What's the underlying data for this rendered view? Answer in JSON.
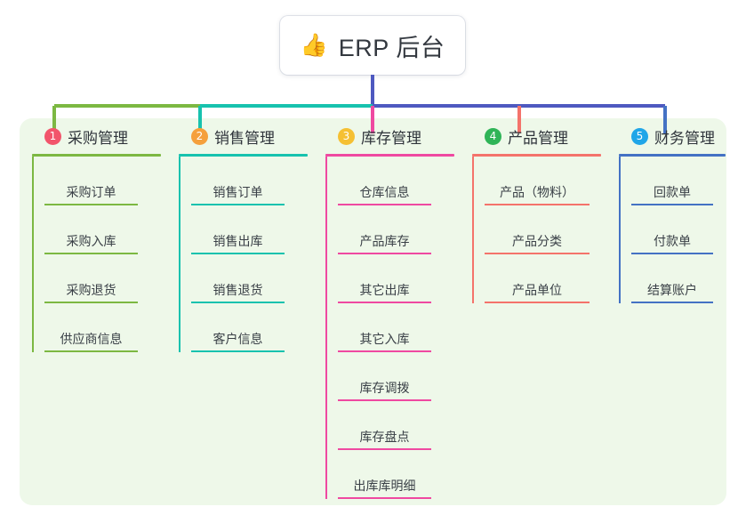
{
  "root": {
    "icon": "thumbs-up-icon",
    "icon_glyph": "👍",
    "title": "ERP 后台"
  },
  "theme": {
    "panel_bg": "#eef8e9",
    "card_bg": "#ffffff",
    "text": "#2f343b",
    "stem_color": "#4e59c0"
  },
  "columns": [
    {
      "number": "1",
      "title": "采购管理",
      "badge_color": "#f2546b",
      "line_color": "#7cb842",
      "connector_color": "#7cb842",
      "items": [
        "采购订单",
        "采购入库",
        "采购退货",
        "供应商信息"
      ]
    },
    {
      "number": "2",
      "title": "销售管理",
      "badge_color": "#f5a03c",
      "line_color": "#17c2ae",
      "connector_color": "#17c2ae",
      "items": [
        "销售订单",
        "销售出库",
        "销售退货",
        "客户信息"
      ]
    },
    {
      "number": "3",
      "title": "库存管理",
      "badge_color": "#f5c033",
      "line_color": "#ef49a1",
      "connector_color": "#ef49a1",
      "items": [
        "仓库信息",
        "产品库存",
        "其它出库",
        "其它入库",
        "库存调拨",
        "库存盘点",
        "出库库明细"
      ]
    },
    {
      "number": "4",
      "title": "产品管理",
      "badge_color": "#2fb457",
      "line_color": "#f4736b",
      "connector_color": "#f4736b",
      "items": [
        "产品（物料）",
        "产品分类",
        "产品单位"
      ]
    },
    {
      "number": "5",
      "title": "财务管理",
      "badge_color": "#20a6e8",
      "line_color": "#4472c4",
      "connector_color": "#4472c4",
      "items": [
        "回款单",
        "付款单",
        "结算账户"
      ]
    }
  ]
}
